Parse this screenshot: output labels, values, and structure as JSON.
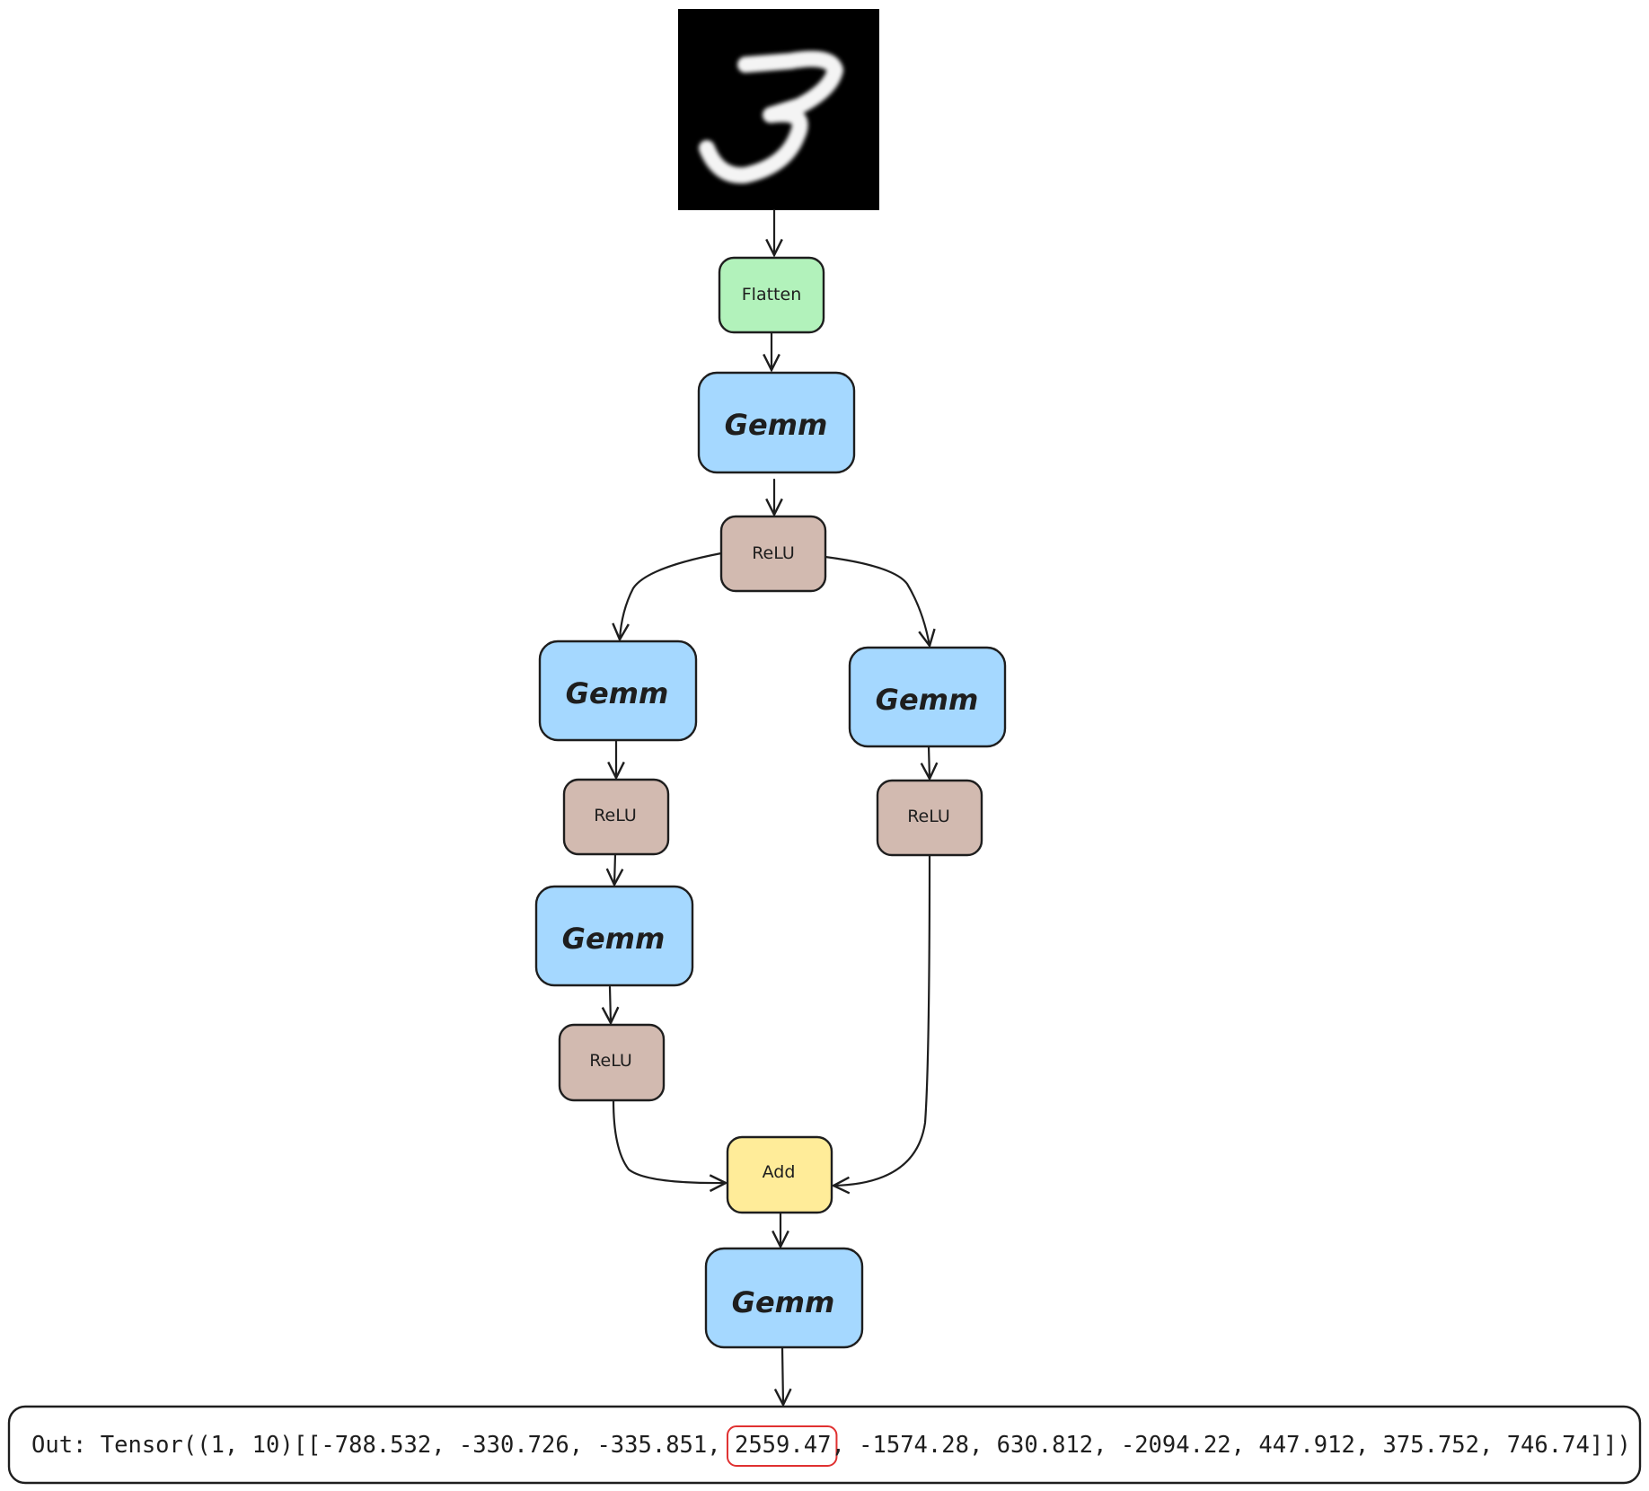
{
  "colors": {
    "flatten": "#b2f2bb",
    "gemm": "#a5d8ff",
    "relu": "#d2bab0",
    "add": "#ffec99",
    "highlight": "#e03131",
    "stroke": "#1e1e1e"
  },
  "input_image": {
    "icon": "handwritten-digit-3-image"
  },
  "nodes": {
    "flatten": {
      "label": "Flatten"
    },
    "gemm1": {
      "label": "Gemm"
    },
    "relu1": {
      "label": "ReLU"
    },
    "gemm_left1": {
      "label": "Gemm"
    },
    "gemm_right": {
      "label": "Gemm"
    },
    "relu_left1": {
      "label": "ReLU"
    },
    "relu_right": {
      "label": "ReLU"
    },
    "gemm_left2": {
      "label": "Gemm"
    },
    "relu_left2": {
      "label": "ReLU"
    },
    "add": {
      "label": "Add"
    },
    "gemm_final": {
      "label": "Gemm"
    }
  },
  "output": {
    "prefix": "Out: Tensor((1, 10)[[-788.532, -330.726, -335.851, ",
    "highlighted": "2559.47",
    "suffix": ", -1574.28, 630.812, -2094.22, 447.912, 375.752, 746.74]])"
  }
}
